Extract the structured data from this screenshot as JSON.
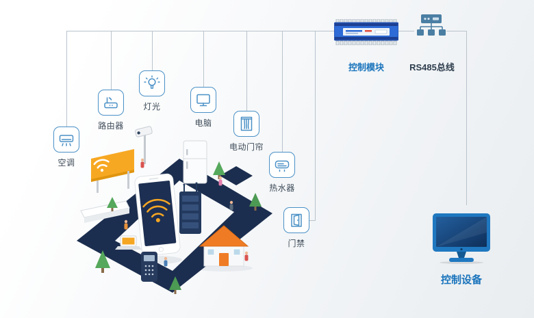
{
  "devices": [
    {
      "name": "aircon",
      "label": "空调"
    },
    {
      "name": "router",
      "label": "路由器"
    },
    {
      "name": "light",
      "label": "灯光"
    },
    {
      "name": "computer",
      "label": "电脑"
    },
    {
      "name": "curtain",
      "label": "电动门帘"
    },
    {
      "name": "heater",
      "label": "热水器"
    },
    {
      "name": "door-access",
      "label": "门禁"
    }
  ],
  "control_module": {
    "label": "控制模块"
  },
  "rs485_bus": {
    "label": "RS485总线"
  },
  "control_device": {
    "label": "控制设备"
  },
  "colors": {
    "accent_blue": "#4a90c6",
    "label_blue": "#1a74bc",
    "label_dark": "#3e4b58",
    "connector_line": "#b9c3cc",
    "navy": "#1c2e4f",
    "orange": "#f5a623",
    "module_blue": "#2e6bd6",
    "rs485_icon": "#4b7ea3",
    "monitor_blue": "#1f78c0"
  }
}
